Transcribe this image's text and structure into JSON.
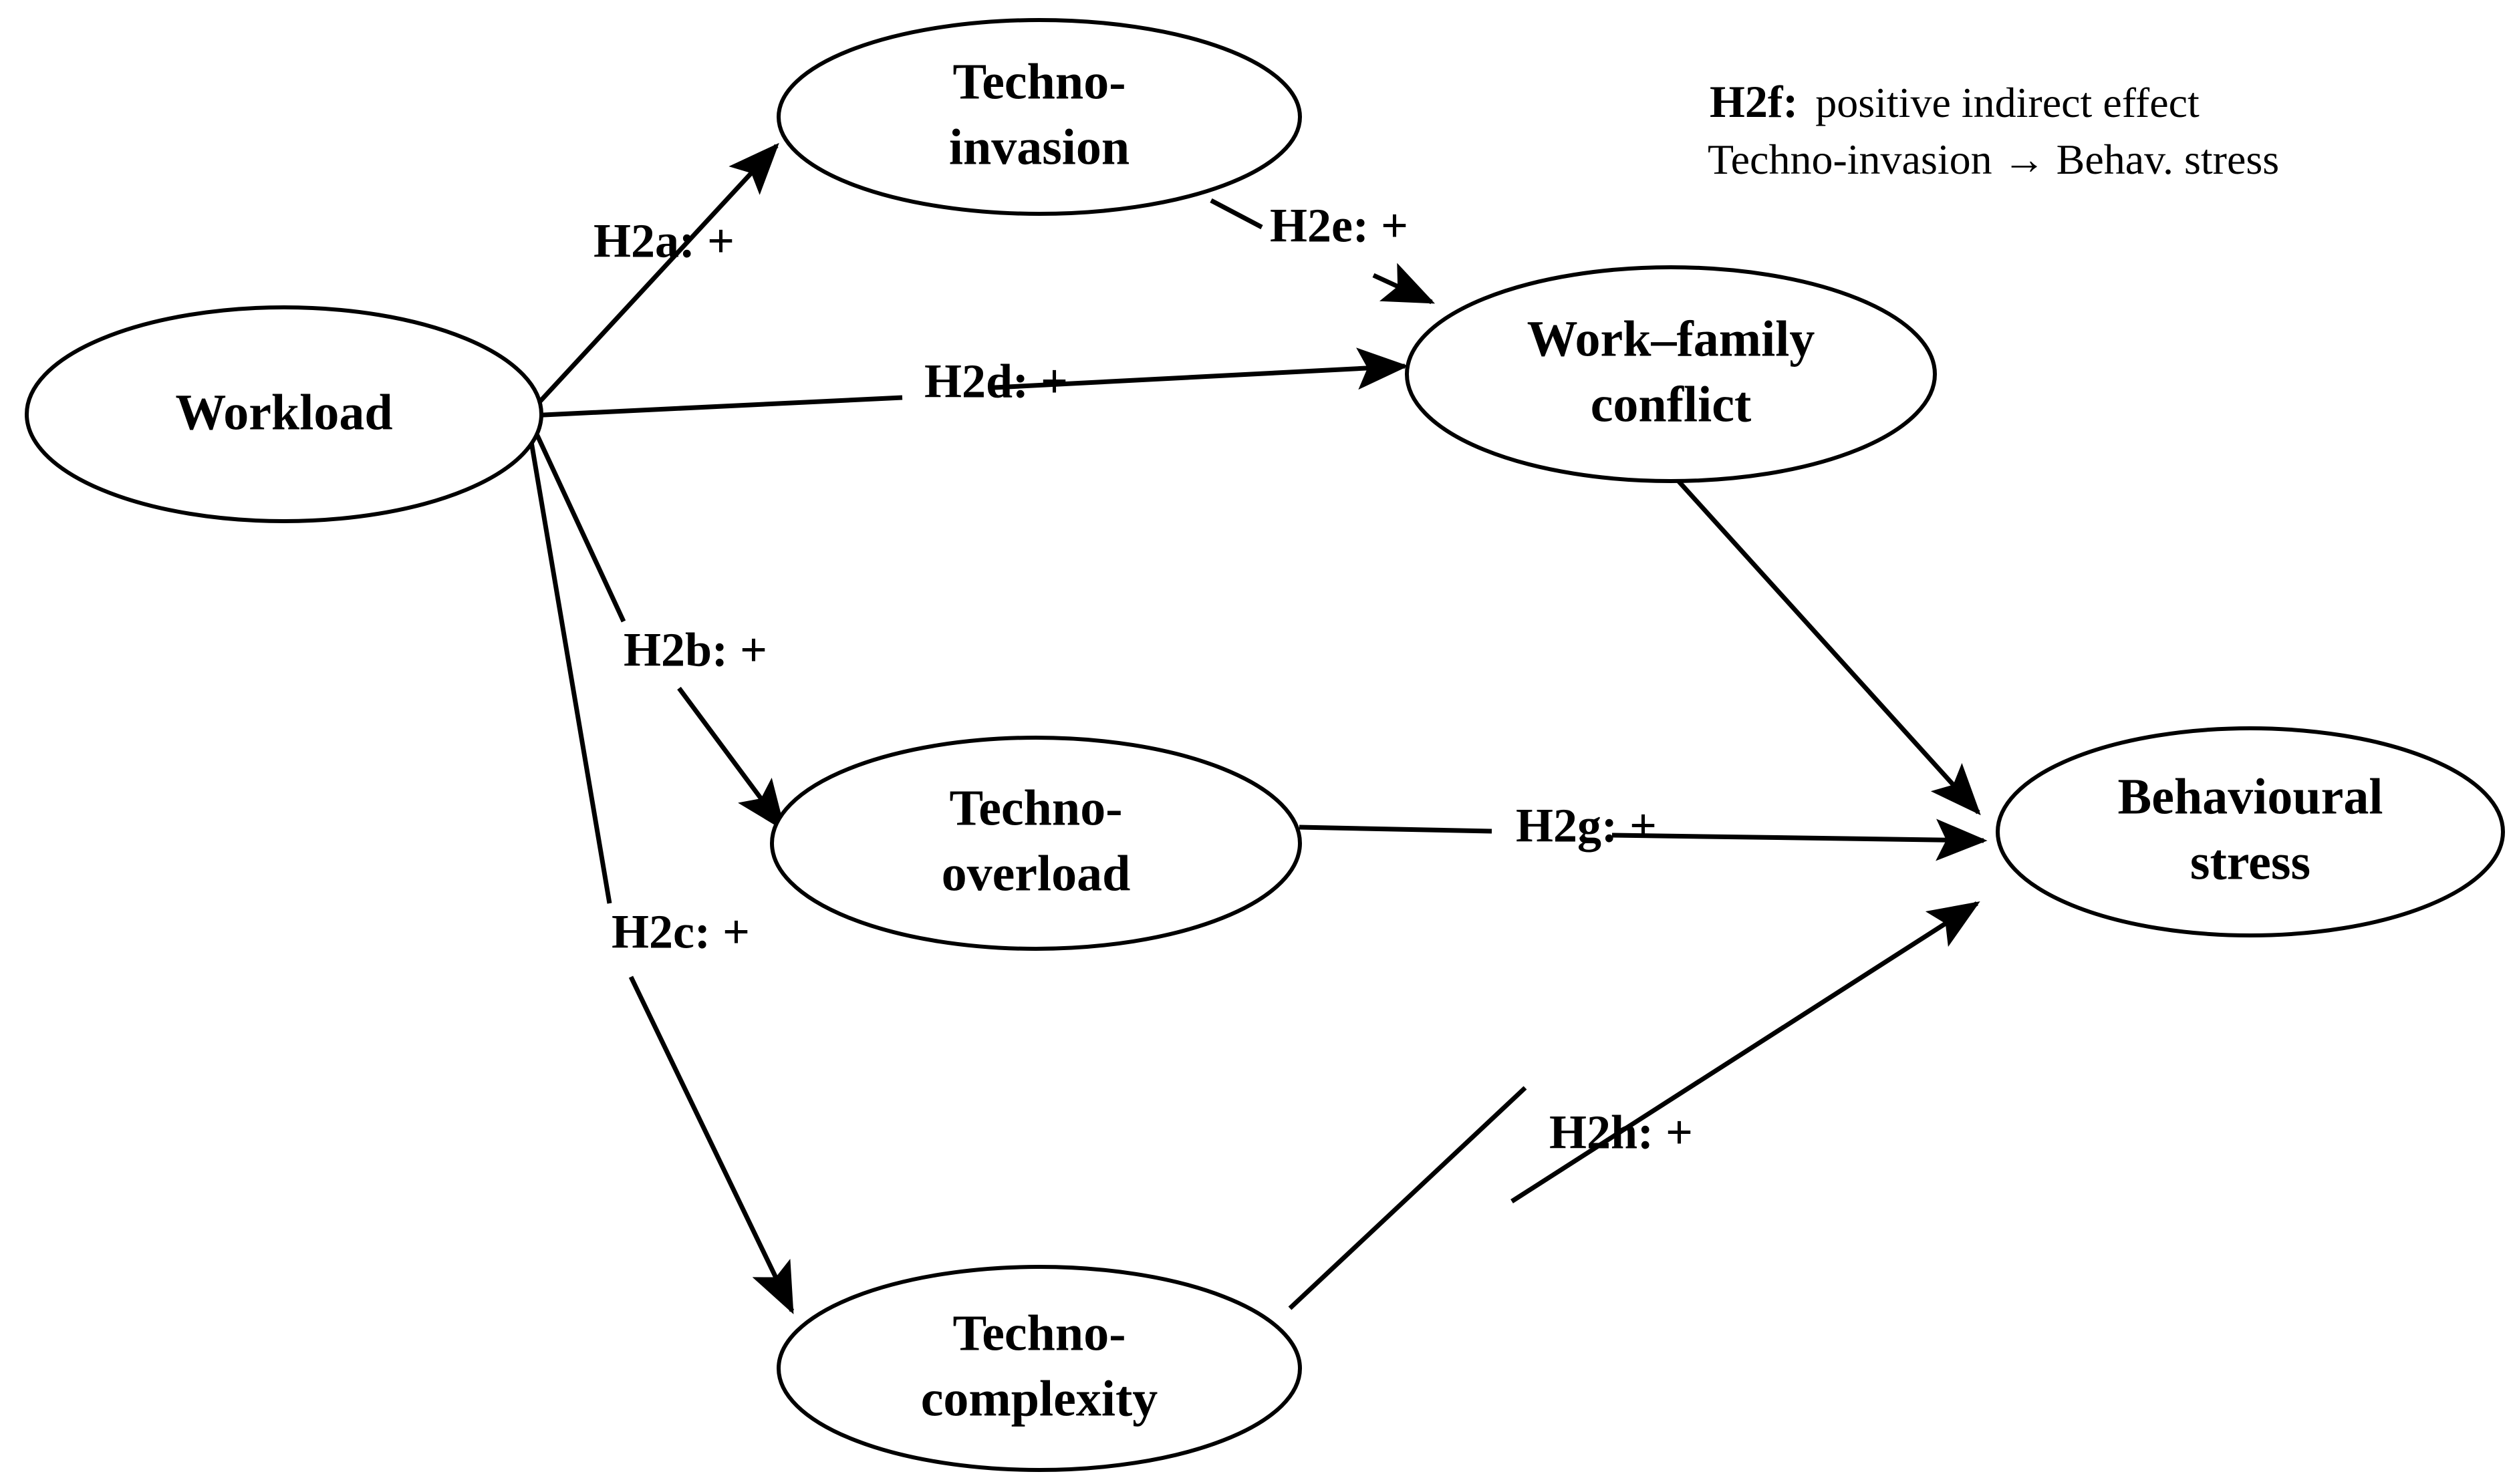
{
  "diagram": {
    "title": "Hypothesised research model: Workload, technostress dimensions, work-family conflict and behavioural stress",
    "background_color": "#ffffff",
    "line_color": "#000000",
    "text_color": "#000000",
    "nodes": [
      {
        "id": "workload",
        "label_line1": "Workload",
        "label_line2": ""
      },
      {
        "id": "techno-invasion",
        "label_line1": "Techno-",
        "label_line2": "invasion"
      },
      {
        "id": "work-family",
        "label_line1": "Work–family",
        "label_line2": "conflict"
      },
      {
        "id": "techno-overload",
        "label_line1": "Techno-",
        "label_line2": "overload"
      },
      {
        "id": "techno-complexity",
        "label_line1": "Techno-",
        "label_line2": "complexity"
      },
      {
        "id": "behavioural-stress",
        "label_line1": "Behavioural",
        "label_line2": "stress"
      }
    ],
    "edges": [
      {
        "id": "h2a",
        "label": "H2a: +",
        "from": "workload",
        "to": "techno-invasion"
      },
      {
        "id": "h2b",
        "label": "H2b: +",
        "from": "workload",
        "to": "techno-overload"
      },
      {
        "id": "h2c",
        "label": "H2c: +",
        "from": "workload",
        "to": "techno-complexity"
      },
      {
        "id": "h2d",
        "label": "H2d: +",
        "from": "workload",
        "to": "work-family"
      },
      {
        "id": "h2e",
        "label": "H2e: +",
        "from": "techno-invasion",
        "to": "work-family"
      },
      {
        "id": "h2g",
        "label": "H2g: +",
        "from": "techno-overload",
        "to": "behavioural-stress"
      },
      {
        "id": "h2h",
        "label": "H2h: +",
        "from": "techno-complexity",
        "to": "behavioural-stress"
      },
      {
        "id": "wfc-stress",
        "label": "",
        "from": "work-family",
        "to": "behavioural-stress"
      }
    ],
    "annotation": {
      "label": "H2f:",
      "line1_rest": "positive  indirect effect",
      "line2": "Techno-invasion → Behav. stress"
    }
  }
}
